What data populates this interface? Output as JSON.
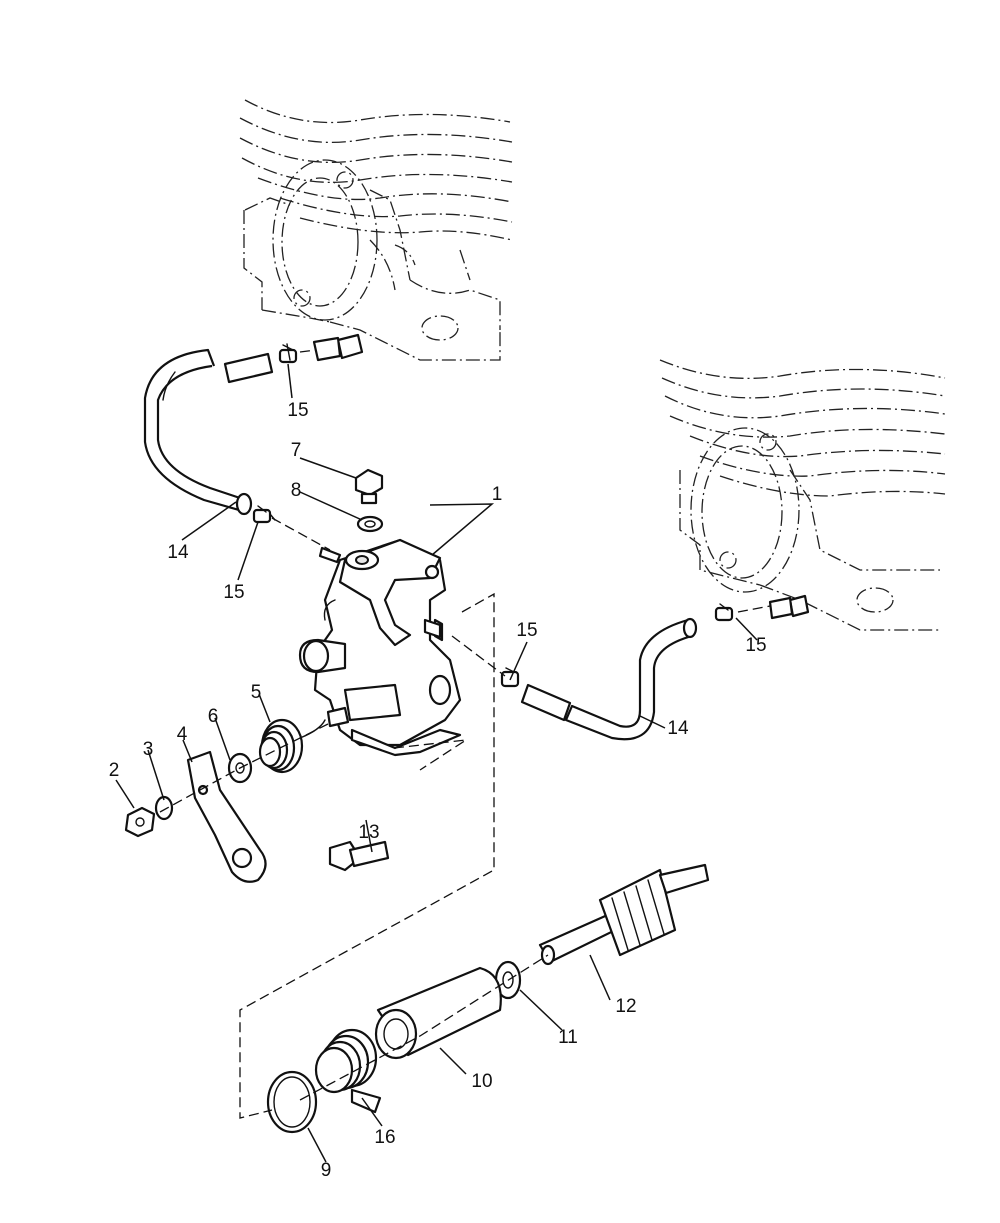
{
  "callouts": {
    "c1": "1",
    "c2": "2",
    "c3": "3",
    "c4": "4",
    "c5": "5",
    "c6": "6",
    "c7": "7",
    "c8": "8",
    "c9": "9",
    "c10": "10",
    "c11": "11",
    "c12": "12",
    "c13": "13",
    "c14a": "14",
    "c14b": "14",
    "c15a": "15",
    "c15b": "15",
    "c15c": "15",
    "c15d": "15",
    "c16": "16"
  }
}
